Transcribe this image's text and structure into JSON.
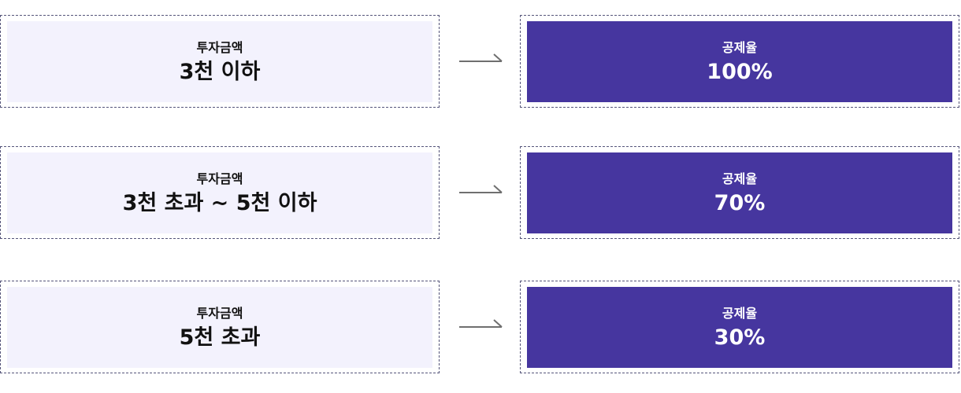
{
  "rows": [
    {
      "investment_label": "투자금액",
      "investment_value": "3천 이하",
      "rate_label": "공제율",
      "rate_value": "100%"
    },
    {
      "investment_label": "투자금액",
      "investment_value": "3천 초과 ~ 5천 이하",
      "rate_label": "공제율",
      "rate_value": "70%"
    },
    {
      "investment_label": "투자금액",
      "investment_value": "5천 초과",
      "rate_label": "공제율",
      "rate_value": "30%"
    }
  ],
  "colors": {
    "invest_bg": "#f3f2fd",
    "rate_bg": "#46369f",
    "border": "#55557a",
    "arrow": "#6f6f6f"
  },
  "icons": {
    "arrow": "arrow-right-icon"
  }
}
